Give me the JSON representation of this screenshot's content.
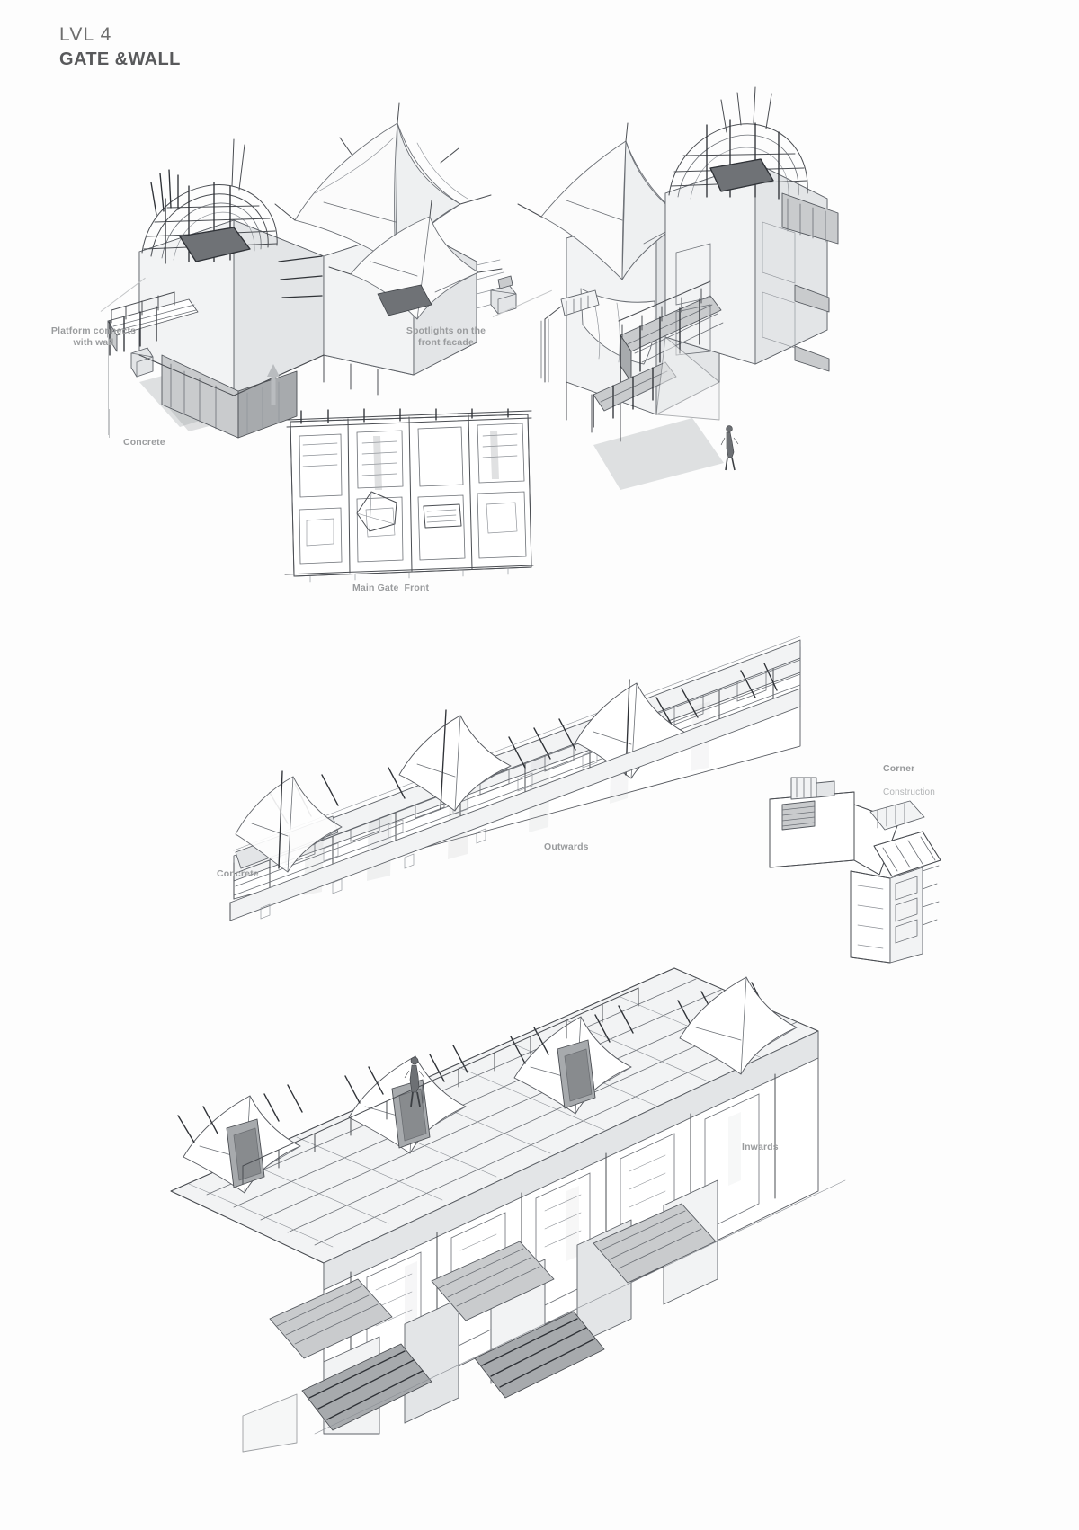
{
  "sheet": {
    "title_level": "LVL 4",
    "title_main": "GATE &WALL",
    "background_color": "#ffffff",
    "label_color": "#9a9c9e",
    "ink_color": "#4a4d52"
  },
  "annotations": {
    "platform": "Platform connects\nwith wall",
    "spotlights": "Spotlights on the\nfront facade",
    "concrete_top": "Concrete",
    "main_gate": "Main Gate_Front",
    "concrete_mid": "Concrete",
    "outwards": "Outwards",
    "inwards": "Inwards",
    "corner_title": "Corner",
    "corner_sub": "Construction"
  },
  "figures": [
    {
      "name": "gate-tower-left",
      "caption": "Three-quarter view of left gate tower with tensile canopy roofs, scaffolding and platform walkway",
      "labels": [
        "Platform connects with wall",
        "Concrete"
      ]
    },
    {
      "name": "gate-tower-right",
      "caption": "Three-quarter view of right gate tower with tent canopy, exterior staircase and ducting",
      "labels": [
        "Spotlights on the front facade"
      ]
    },
    {
      "name": "main-gate-front",
      "caption": "Flat orthographic front elevation of the main gate doors",
      "labels": [
        "Main Gate_Front"
      ]
    },
    {
      "name": "wall-outwards",
      "caption": "Perspective view of the defensive wall seen from outside the settlement",
      "labels": [
        "Concrete",
        "Outwards"
      ]
    },
    {
      "name": "wall-inwards",
      "caption": "Perspective view of the same wall seen from inside, showing stairs and walkways",
      "labels": [
        "Inwards"
      ]
    },
    {
      "name": "corner-construction",
      "caption": "Small top-down schematic of the wall corner construction",
      "labels": [
        "Corner",
        "Construction"
      ]
    }
  ]
}
